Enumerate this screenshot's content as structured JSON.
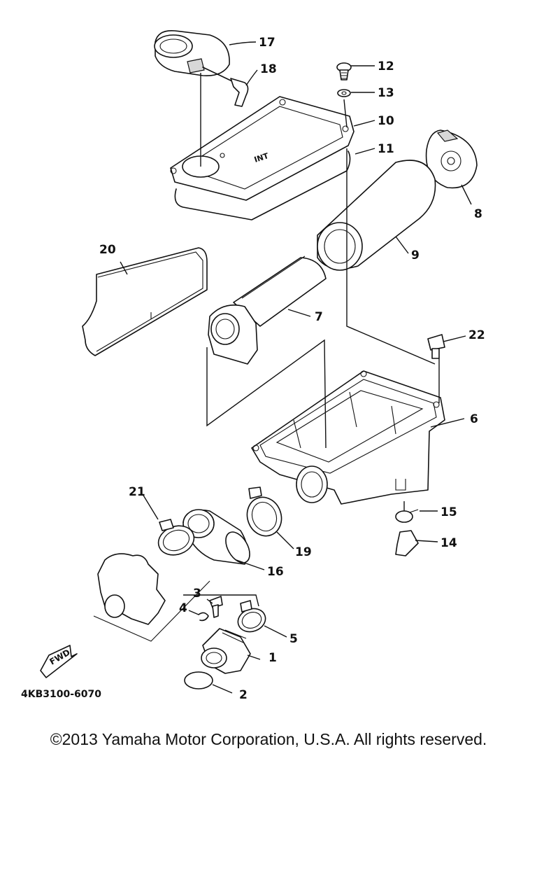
{
  "diagram": {
    "parts": [
      {
        "num": "1"
      },
      {
        "num": "2"
      },
      {
        "num": "3"
      },
      {
        "num": "4"
      },
      {
        "num": "5"
      },
      {
        "num": "6"
      },
      {
        "num": "7"
      },
      {
        "num": "8"
      },
      {
        "num": "9"
      },
      {
        "num": "10"
      },
      {
        "num": "11"
      },
      {
        "num": "12"
      },
      {
        "num": "13"
      },
      {
        "num": "14"
      },
      {
        "num": "15"
      },
      {
        "num": "16"
      },
      {
        "num": "17"
      },
      {
        "num": "18"
      },
      {
        "num": "19"
      },
      {
        "num": "20"
      },
      {
        "num": "21"
      },
      {
        "num": "22"
      }
    ],
    "direction_label": "FWD",
    "drawing_code": "4KB3100-6070"
  },
  "footer": {
    "copyright": "©2013 Yamaha Motor Corporation, U.S.A. All rights reserved."
  }
}
